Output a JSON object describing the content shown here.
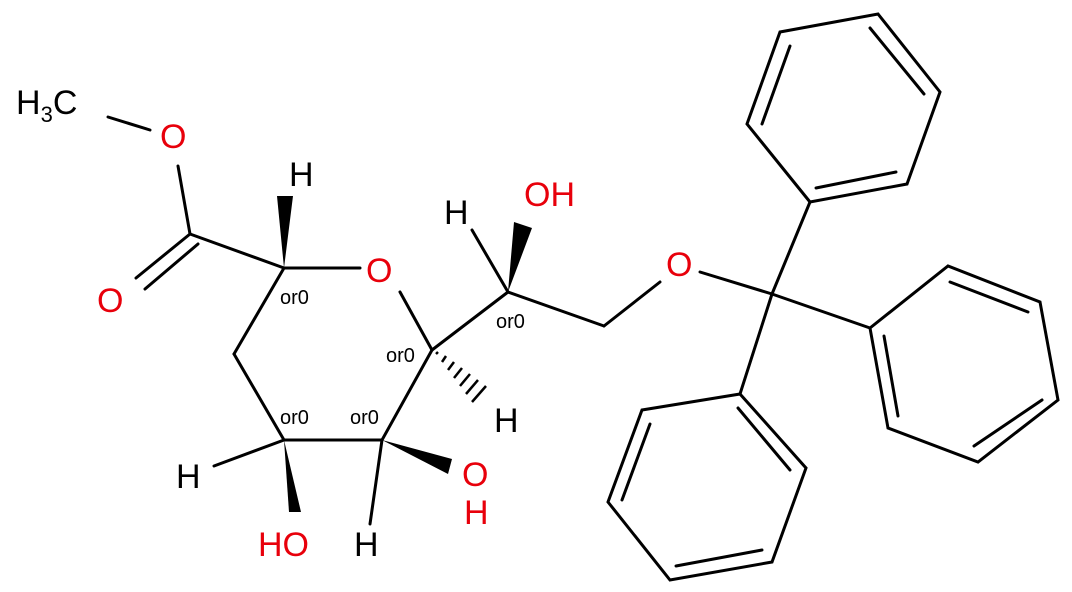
{
  "molecule": {
    "colors": {
      "carbon": "#000000",
      "oxygen": "#e8000b",
      "background": "#ffffff"
    },
    "methyl_label": {
      "main": "H",
      "sub": "3",
      "tail": "C"
    },
    "ester_oxygen": "O",
    "carbonyl_oxygen": "O",
    "ring_oxygen": "O",
    "trityl_oxygen": "O",
    "hydroxyl_side": "OH",
    "hydroxyl_4": "HO",
    "hydroxyl_5": {
      "o": "O",
      "h": "H"
    },
    "hydrogen": "H",
    "stereo_label": "or0"
  }
}
